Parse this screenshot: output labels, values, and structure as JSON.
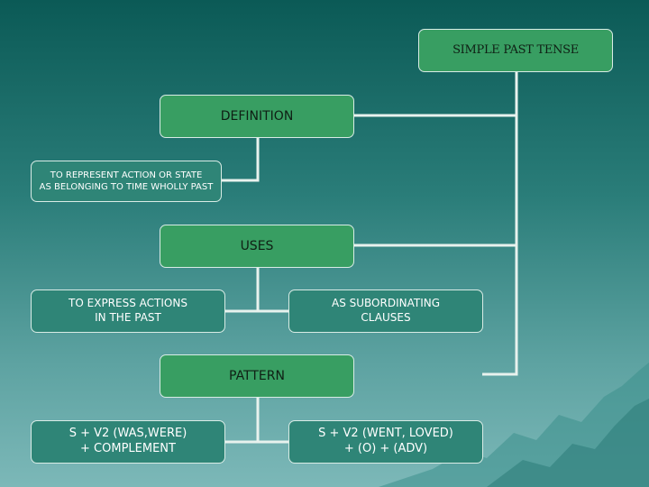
{
  "diagram": {
    "title": "SIMPLE PAST TENSE",
    "definition": {
      "heading": "DEFINITION",
      "text_lines": [
        "TO REPRESENT ACTION OR STATE",
        "AS BELONGING TO TIME WHOLLY PAST"
      ]
    },
    "uses": {
      "heading": "USES",
      "left_lines": [
        "TO EXPRESS ACTIONS",
        "IN THE PAST"
      ],
      "right_lines": [
        "AS SUBORDINATING",
        "CLAUSES"
      ]
    },
    "pattern": {
      "heading": "PATTERN",
      "left_lines": [
        "S + V2 (WAS,WERE)",
        "+ COMPLEMENT"
      ],
      "right_lines": [
        "S + V2 (WENT, LOVED)",
        "+ (O) + (ADV)"
      ]
    }
  },
  "colors": {
    "background_top": "#0b5a56",
    "background_bottom": "#7cb8b8",
    "node_green": "#389e62",
    "node_teal": "#2f8577",
    "border": "#d9ece6"
  }
}
